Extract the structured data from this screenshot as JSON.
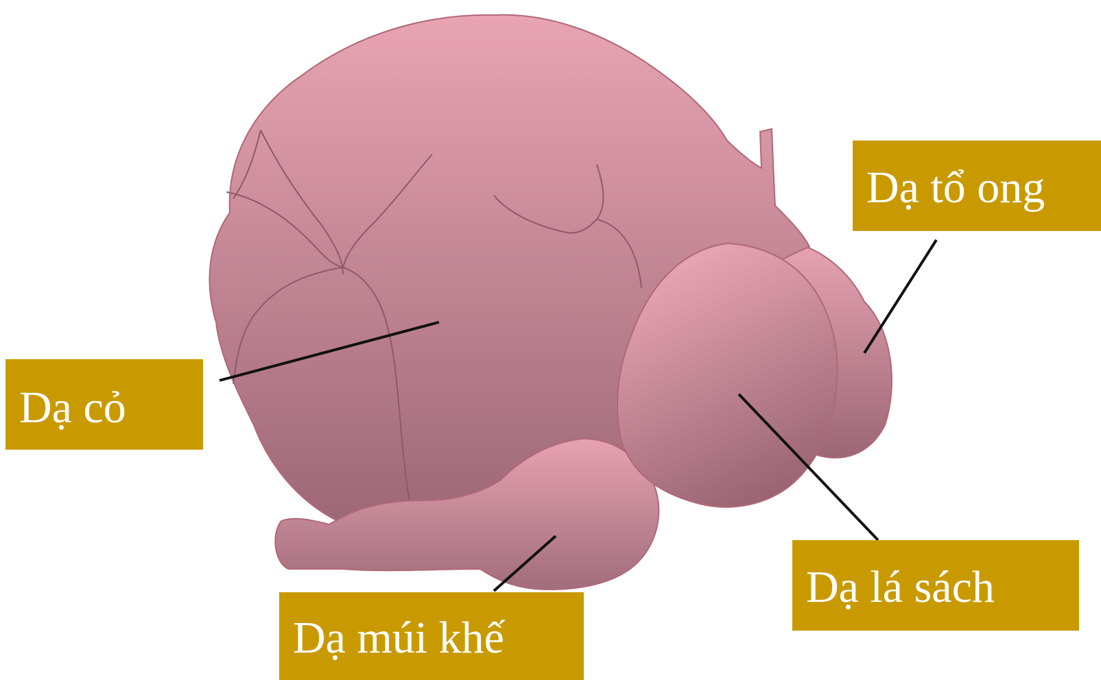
{
  "diagram": {
    "labels": {
      "rumen": "Dạ cỏ",
      "reticulum": "Dạ tổ ong",
      "omasum": "Dạ lá sách",
      "abomasum": "Dạ múi khế"
    }
  },
  "colors": {
    "label_background": "#c99a00",
    "label_text": "#ffffff",
    "stomach_light": "#e8a4b3",
    "stomach_dark": "#a06b7a",
    "outline": "#b06878",
    "leader_line": "#111111"
  }
}
